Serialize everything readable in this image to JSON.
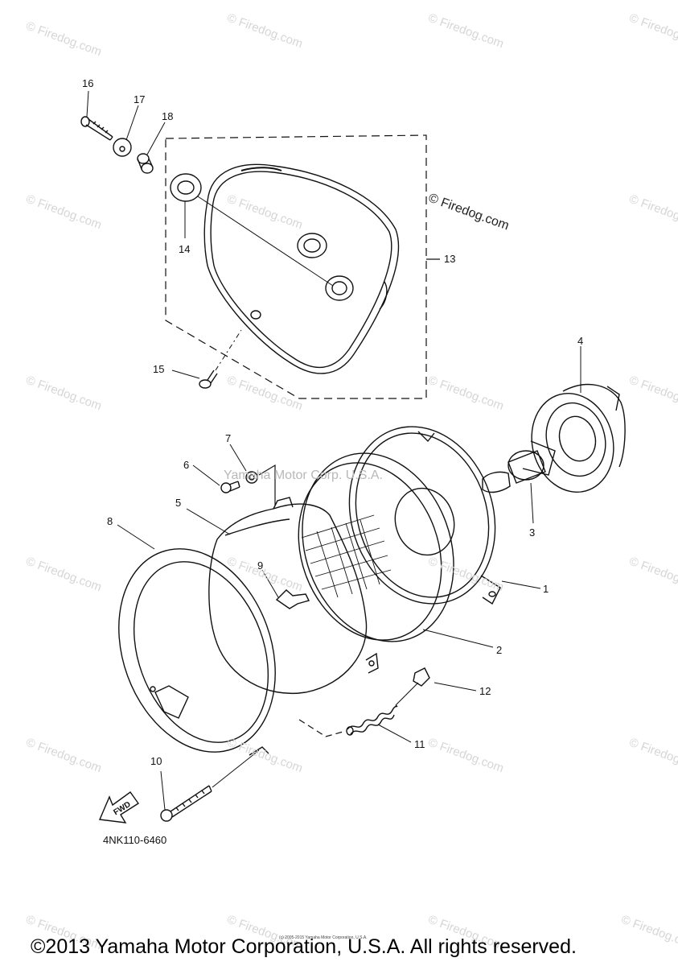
{
  "watermarks": {
    "background_text": "© Firedog.com",
    "main_text": "© Firedog.com",
    "inline_text": "Yamaha Motor Corp. U.S.A."
  },
  "labels": {
    "p1": "1",
    "p2": "2",
    "p3": "3",
    "p4": "4",
    "p5": "5",
    "p6": "6",
    "p7": "7",
    "p8": "8",
    "p9": "9",
    "p10": "10",
    "p11": "11",
    "p12": "12",
    "p13": "13",
    "p14": "14",
    "p15": "15",
    "p16": "16",
    "p17": "17",
    "p18": "18"
  },
  "fwd_arrow_text": "FWD",
  "diagram_code": "4NK110-6460",
  "fine_print": "(c) 2005-2015 Yamaha Motor Corporation, U.S.A.",
  "copyright": "©2013 Yamaha Motor Corporation, U.S.A. All rights reserved."
}
